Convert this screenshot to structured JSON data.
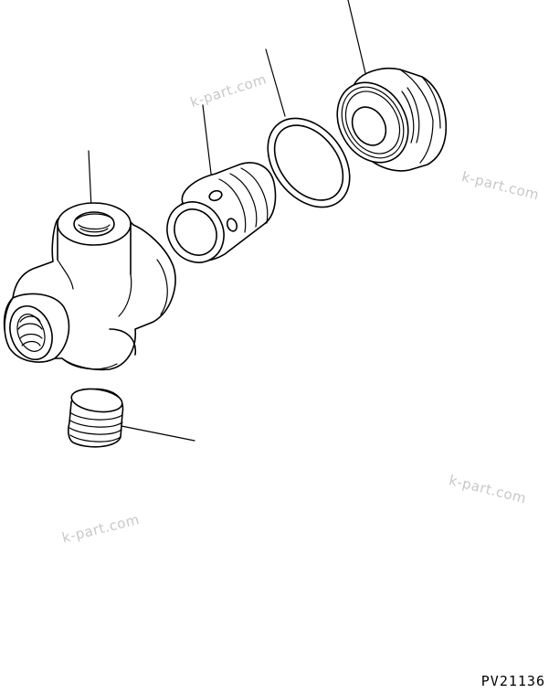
{
  "watermarks": [
    "k-part.com",
    "k-part.com",
    "k-part.com",
    "k-part.com"
  ],
  "drawing_code": "PV21136"
}
